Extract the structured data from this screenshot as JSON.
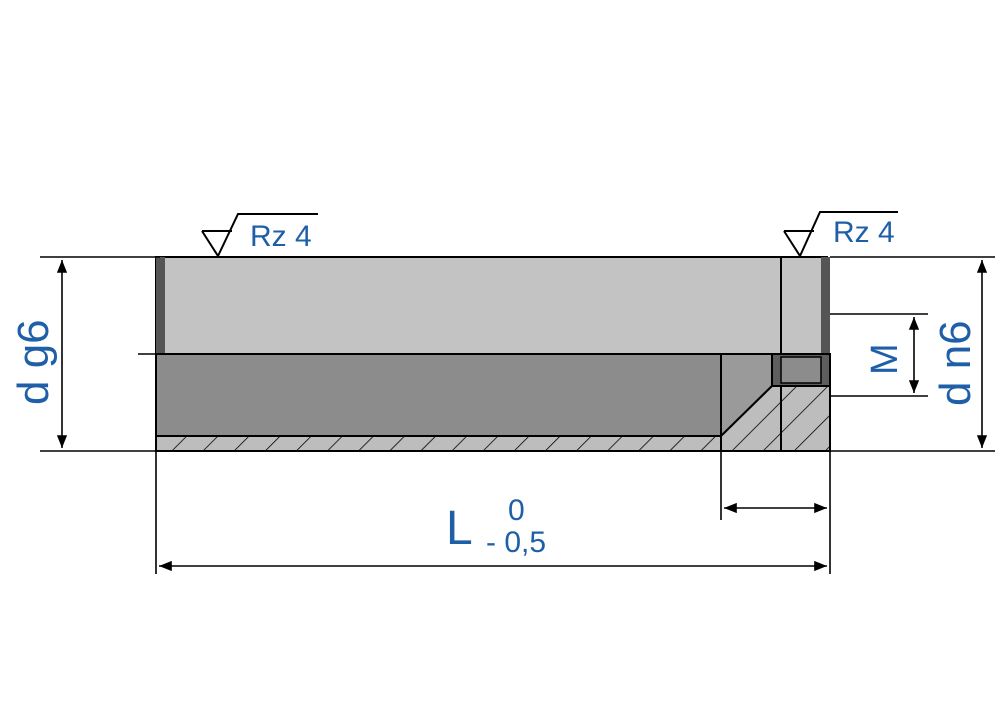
{
  "labels": {
    "diameter_left": "d g6",
    "diameter_right": "d n6",
    "thread": "M",
    "roughness_left": "Rz 4",
    "roughness_right": "Rz 4",
    "length_symbol": "L",
    "length_upper_deviation": "0",
    "length_lower_deviation": "- 0,5"
  },
  "colors": {
    "label_blue": "#1f5fa8",
    "body_light": "#c3c3c3",
    "body_mid": "#8c8c8c",
    "body_dark": "#555555",
    "section_fill": "#bdbdbd"
  }
}
